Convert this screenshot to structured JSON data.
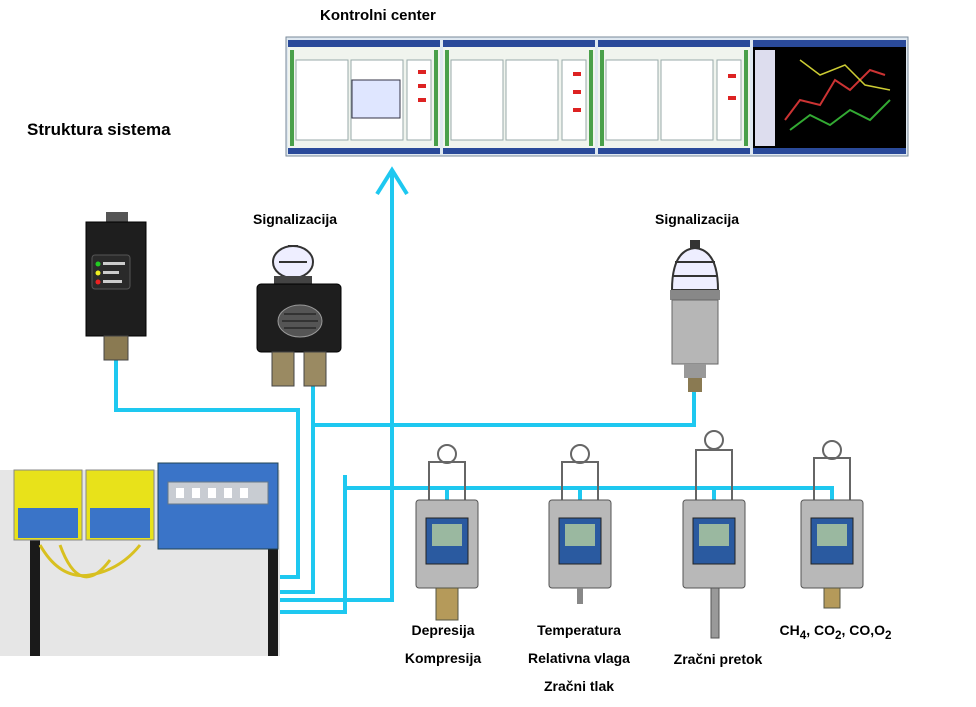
{
  "title": "Kontrolni center",
  "subtitle": "Struktura sistema",
  "signal_left": "Signalizacija",
  "signal_right": "Signalizacija",
  "sensors": {
    "depresija": [
      "Depresija",
      "Kompresija"
    ],
    "temperatura": [
      "Temperatura",
      "Relativna vlaga",
      "Zračni tlak"
    ],
    "pretok": [
      "Zračni pretok"
    ],
    "gas": {
      "base": "CH",
      "sub1": "4",
      "mid": ", CO",
      "sub2": "2",
      "tail": ", CO,O",
      "sub3": "2"
    }
  },
  "colors": {
    "cable": "#1ec8f0",
    "panel_yellow": "#e8e21a",
    "panel_blue": "#3a74c8",
    "monitor_green": "#4a9a4a"
  }
}
